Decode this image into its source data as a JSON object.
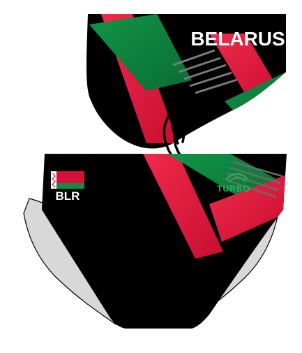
{
  "product": {
    "back_text": "BELARUS",
    "front_country_code": "BLR",
    "brand_logo_text": "TURBO"
  },
  "colors": {
    "base": "#000000",
    "red": "#e3123a",
    "green": "#0b8a3f",
    "light_green": "#31b24b",
    "gray_lining": "#d8d8d8",
    "stripe": "#666666",
    "text": "#ffffff"
  }
}
